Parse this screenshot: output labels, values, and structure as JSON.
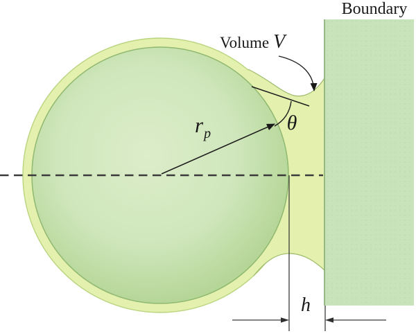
{
  "figure": {
    "description": "Spherical particle coated by a liquid film forming a capillary meniscus bridge to a flat boundary wall",
    "labels": {
      "boundary": "Boundary",
      "volume_word": "Volume",
      "volume_symbol": "V",
      "radius_symbol": "r",
      "radius_subscript": "p",
      "contact_angle_symbol": "θ",
      "gap_symbol": "h"
    },
    "colors": {
      "film": "#e4f0ae",
      "film_edge": "#b9d47e",
      "meniscus_edge": "#9db96a",
      "sphere_highlight": "#dcedca",
      "sphere_mid": "#cfe6bb",
      "sphere_dark": "#aed28e",
      "sphere_edge": "#8fb870",
      "wall_fill": "#c8e3ba",
      "wall_dot": "#b7d6a9",
      "wall_edge": "#86ac75",
      "axis_line": "#3a3a3a",
      "annotation": "#1a1a1a"
    }
  }
}
